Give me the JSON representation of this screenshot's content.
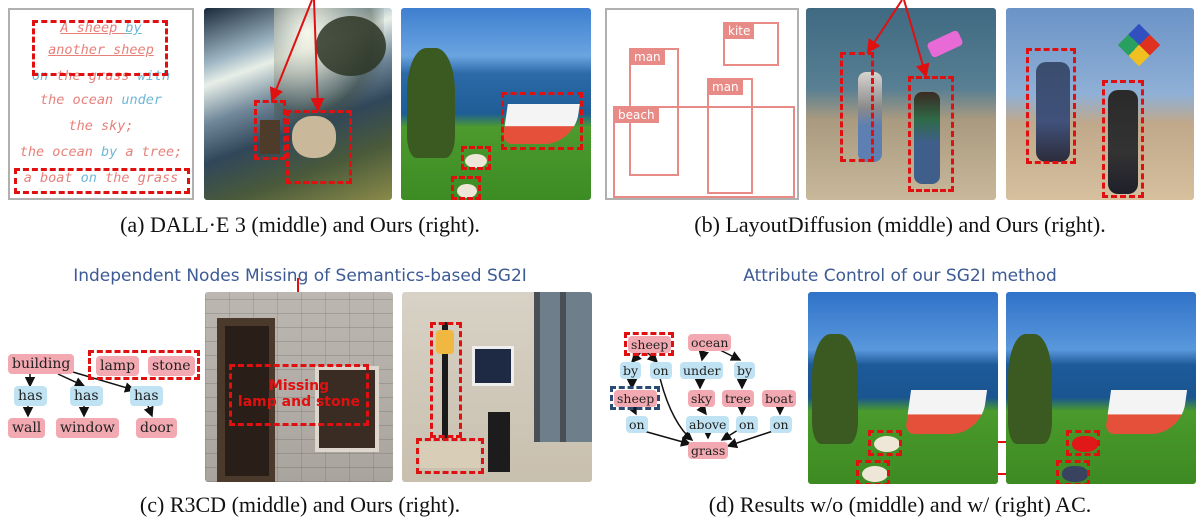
{
  "captions": {
    "a": "(a) DALL·E 3 (middle) and Ours (right).",
    "b": "(b) LayoutDiffusion (middle) and Ours (right).",
    "c": "(c) R3CD (middle) and Ours (right).",
    "d": "(d) Results w/o (middle) and w/ (right) AC."
  },
  "headings": {
    "c": "Independent Nodes Missing of Semantics-based SG2I",
    "d": "Attribute Control of our SG2I method"
  },
  "panel_a": {
    "prompt_lines": [
      {
        "parts": [
          {
            "t": "A sheep ",
            "c": "pink"
          },
          {
            "t": "by",
            "c": "blue"
          }
        ]
      },
      {
        "parts": [
          {
            "t": "another sheep",
            "c": "pink"
          }
        ]
      },
      {
        "parts": [
          {
            "t": "on ",
            "c": "blue"
          },
          {
            "t": "the grass ",
            "c": "pink"
          },
          {
            "t": "with",
            "c": "blue"
          }
        ]
      },
      {
        "parts": [
          {
            "t": "the ocean ",
            "c": "pink"
          },
          {
            "t": "under",
            "c": "blue"
          }
        ]
      },
      {
        "parts": [
          {
            "t": "the sky;",
            "c": "pink"
          }
        ]
      },
      {
        "parts": [
          {
            "t": "the ocean ",
            "c": "pink"
          },
          {
            "t": "by ",
            "c": "blue"
          },
          {
            "t": "a tree;",
            "c": "pink"
          }
        ]
      },
      {
        "parts": [
          {
            "t": "a boat ",
            "c": "pink"
          },
          {
            "t": "on ",
            "c": "blue"
          },
          {
            "t": "the grass",
            "c": "pink"
          }
        ]
      }
    ]
  },
  "panel_b": {
    "layout_labels": [
      "kite",
      "man",
      "man",
      "beach"
    ]
  },
  "panel_c": {
    "nodes": {
      "building": "building",
      "lamp": "lamp",
      "stone": "stone",
      "has1": "has",
      "has2": "has",
      "has3": "has",
      "wall": "wall",
      "window": "window",
      "door": "door"
    },
    "missing_text": [
      "Missing",
      "lamp and stone"
    ]
  },
  "panel_d": {
    "nodes": {
      "sheep_top": "sheep",
      "ocean": "ocean",
      "by1": "by",
      "on1": "on",
      "under": "under",
      "by2": "by",
      "sheep_bottom": "sheep",
      "sky": "sky",
      "tree": "tree",
      "boat": "boat",
      "on2": "on",
      "above": "above",
      "on3": "on",
      "on4": "on",
      "grass": "grass"
    }
  },
  "colors": {
    "object_node": "#f3a9b1",
    "relation_node": "#bfe3f2",
    "highlight": "#e01010",
    "heading": "#3c5a96"
  }
}
